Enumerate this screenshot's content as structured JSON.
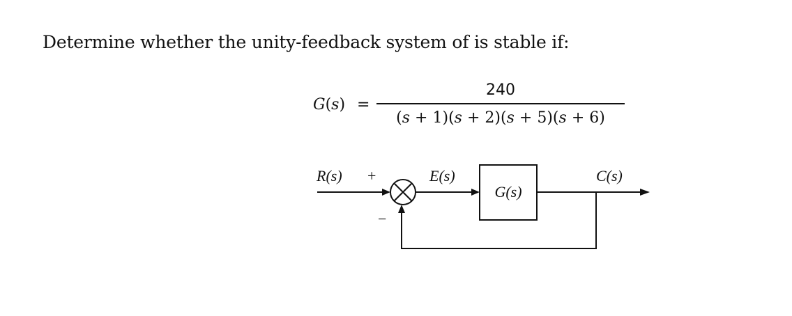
{
  "problem": {
    "question": "Determine whether the unity-feedback system of is stable if:"
  },
  "equation": {
    "lhs_function": "G",
    "lhs_arg": "(s)",
    "equals": "=",
    "numerator": "240",
    "denominator_factors": [
      "(s + 1)",
      "(s + 2)",
      "(s + 5)",
      "(s + 6)"
    ]
  },
  "diagram": {
    "input_label": "R(s)",
    "plus_sign": "+",
    "minus_sign": "−",
    "error_label": "E(s)",
    "block_label": "G(s)",
    "output_label": "C(s)"
  }
}
